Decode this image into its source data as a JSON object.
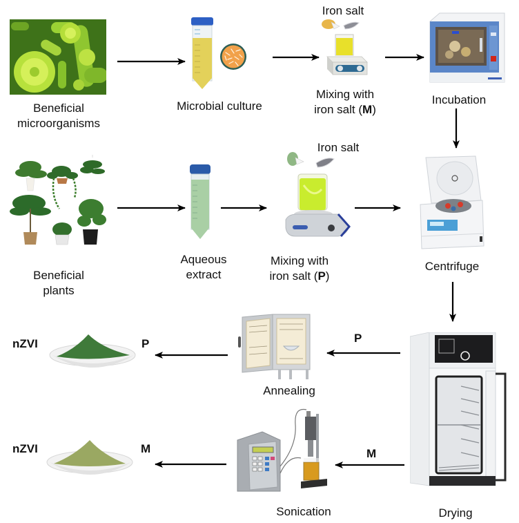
{
  "title": "Green synthesis of nZVI workflow",
  "nodes": {
    "microorganisms": {
      "line1": "Beneficial",
      "line2": "microorganisms",
      "icon": "microorganisms-image"
    },
    "microbial_culture": {
      "label": "Microbial culture",
      "icon": "culture-tube-and-petri-dish"
    },
    "iron_salt_m": {
      "label": "Iron salt",
      "icon": "iron-salt-scoop"
    },
    "mixing_m": {
      "line1": "Mixing with",
      "line2_prefix": "iron salt (",
      "line2_bold": "M",
      "line2_suffix": ")",
      "icon": "hotplate-stirrer"
    },
    "incubation": {
      "label": "Incubation",
      "icon": "shaking-incubator"
    },
    "plants": {
      "line1": "Beneficial",
      "line2": "plants",
      "icon": "potted-plants"
    },
    "aqueous_extract": {
      "line1": "Aqueous",
      "line2": "extract",
      "icon": "extract-tube"
    },
    "iron_salt_p": {
      "label": "Iron salt",
      "icon": "iron-salt-scoop"
    },
    "mixing_p": {
      "line1": "Mixing with",
      "line2_prefix": "iron salt (",
      "line2_bold": "P",
      "line2_suffix": ")",
      "icon": "magnetic-stirrer"
    },
    "centrifuge": {
      "label": "Centrifuge",
      "icon": "centrifuge"
    },
    "drying": {
      "label": "Drying",
      "icon": "drying-oven"
    },
    "annealing": {
      "label": "Annealing",
      "icon": "annealing-furnace"
    },
    "sonication": {
      "label": "Sonication",
      "icon": "ultrasonic-processor"
    },
    "nzvi_p": {
      "label": "nZVI",
      "route": "P",
      "icon": "green-powder-dish"
    },
    "nzvi_m": {
      "label": "nZVI",
      "route": "M",
      "icon": "olive-powder-dish"
    }
  },
  "route_labels": {
    "p": "P",
    "m": "M"
  },
  "colors": {
    "arrow": "#000000",
    "powder_p": "#3f7a3a",
    "powder_m": "#9aa862",
    "culture_liquid": "#e3d15a",
    "extract_liquid": "#a9cfa5",
    "tube_cap": "#2d5fc4",
    "mix_liquid_m": "#e8e02a",
    "mix_liquid_p": "#c9ec2e",
    "incubator_blue": "#5b86c8"
  }
}
